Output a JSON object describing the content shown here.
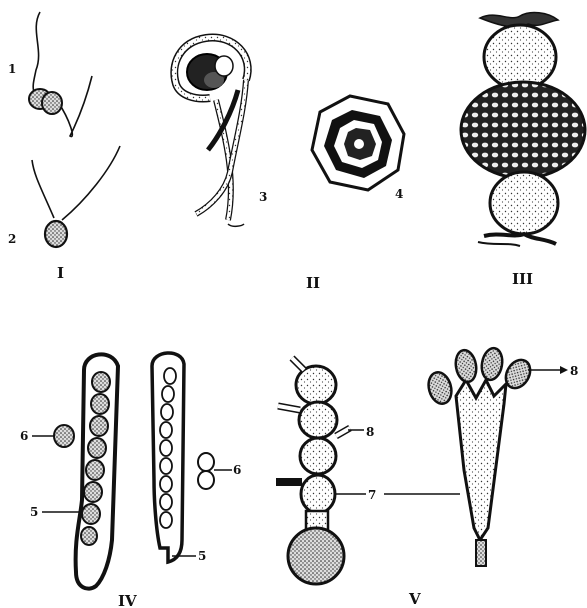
{
  "labels": {
    "n1": "1",
    "n2": "2",
    "n3": "3",
    "n4": "4",
    "n5": "5",
    "n6": "6",
    "n7": "7",
    "n8": "8"
  },
  "panels": {
    "p1": "I",
    "p2": "II",
    "p3": "III",
    "p4": "IV",
    "p5": "V"
  }
}
